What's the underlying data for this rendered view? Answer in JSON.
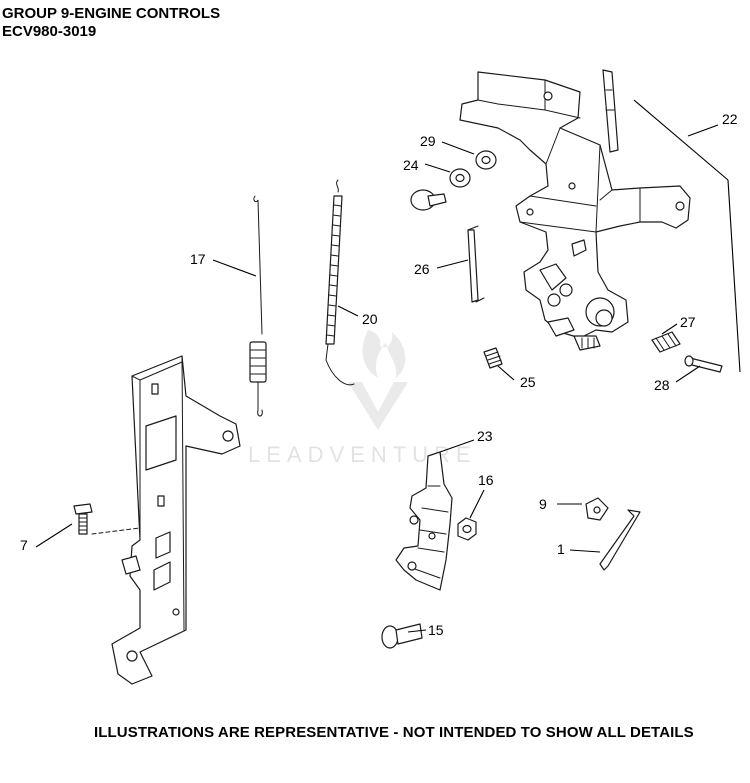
{
  "header": {
    "title": "GROUP 9-ENGINE CONTROLS",
    "model": "ECV980-3019"
  },
  "footer": {
    "note": "ILLUSTRATIONS ARE REPRESENTATIVE - NOT INTENDED TO SHOW ALL DETAILS"
  },
  "watermark": {
    "text": "LEADVENTURE"
  },
  "callouts": [
    "22",
    "29",
    "24",
    "17",
    "20",
    "26",
    "27",
    "25",
    "28",
    "23",
    "16",
    "9",
    "7",
    "1",
    "15"
  ]
}
